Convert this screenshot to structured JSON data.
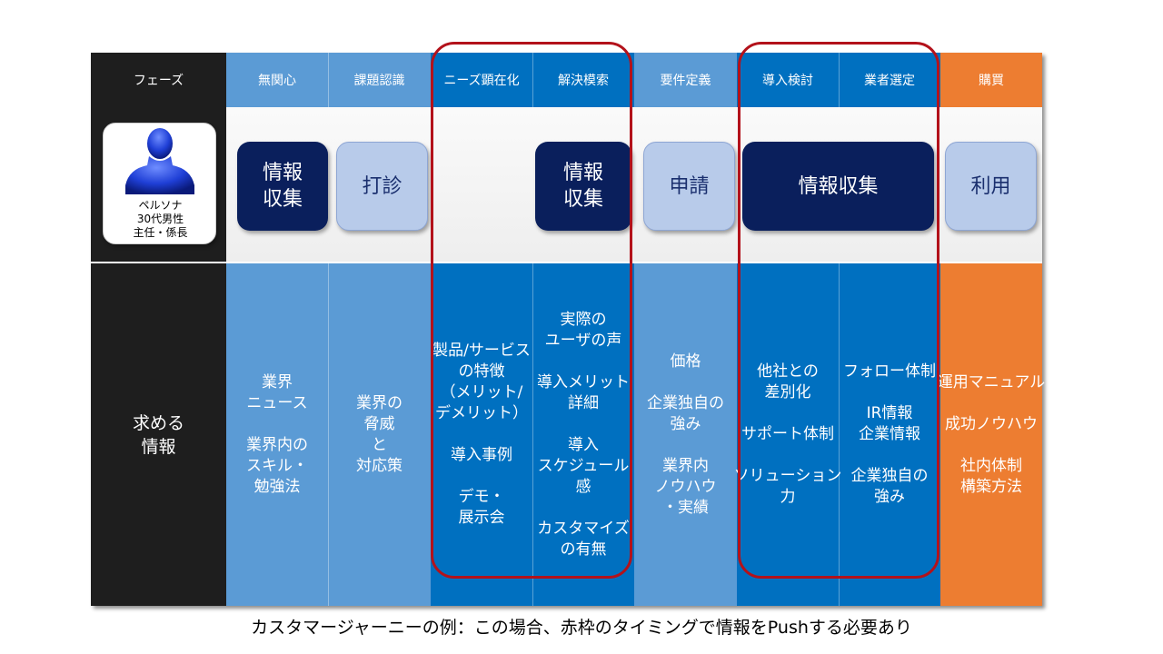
{
  "colors": {
    "black": "#1e1e1e",
    "light_blue": "#5b9bd5",
    "mid_blue": "#0070c0",
    "orange": "#ed7d31",
    "navy": "#0a1f5c",
    "pale": "#b8cbea",
    "red": "#b3121b"
  },
  "header": {
    "phase": "フェーズ",
    "c1": "無関心",
    "c2": "課題認識",
    "c3": "ニーズ顕在化",
    "c4": "解決模索",
    "c5": "要件定義",
    "c6": "導入検討",
    "c7": "業者選定",
    "c8": "購買"
  },
  "persona": {
    "icon": "person-silhouette-icon",
    "line1": "ペルソナ",
    "line2": "30代男性",
    "line3": "主任・係長"
  },
  "behaviors": {
    "b1": [
      "情報",
      "収集"
    ],
    "b2": "打診",
    "b3": [
      "情報",
      "収集"
    ],
    "b4": "申請",
    "b5": "情報収集",
    "b6": "利用"
  },
  "row_label": [
    "求める",
    "情報"
  ],
  "info": {
    "c1": [
      "業界",
      "ニュース",
      "",
      "業界内の",
      "スキル・",
      "勉強法"
    ],
    "c2": [
      "業界の",
      "脅威",
      "と",
      "対応策"
    ],
    "c3": [
      "製品/サービス",
      "の特徴",
      "（メリット/",
      "デメリット）",
      "",
      "導入事例",
      "",
      "デモ・",
      "展示会"
    ],
    "c4": [
      "実際の",
      "ユーザの声",
      "",
      "導入メリット",
      "詳細",
      "",
      "導入",
      "スケジュール",
      "感",
      "",
      "カスタマイズ",
      "の有無"
    ],
    "c5": [
      "価格",
      "",
      "企業独自の",
      "強み",
      "",
      "業界内",
      "ノウハウ",
      "・実績"
    ],
    "c6": [
      "他社との",
      "差別化",
      "",
      "サポート体制",
      "",
      "ソリューション",
      "力"
    ],
    "c7": [
      "フォロー体制",
      "",
      "IR情報",
      "企業情報",
      "",
      "企業独自の",
      "強み"
    ],
    "c8": [
      "運用マニュアル",
      "",
      "成功ノウハウ",
      "",
      "社内体制",
      "構築方法"
    ]
  },
  "caption": "カスタマージャーニーの例：この場合、赤枠のタイミングで情報をPushする必要あり"
}
